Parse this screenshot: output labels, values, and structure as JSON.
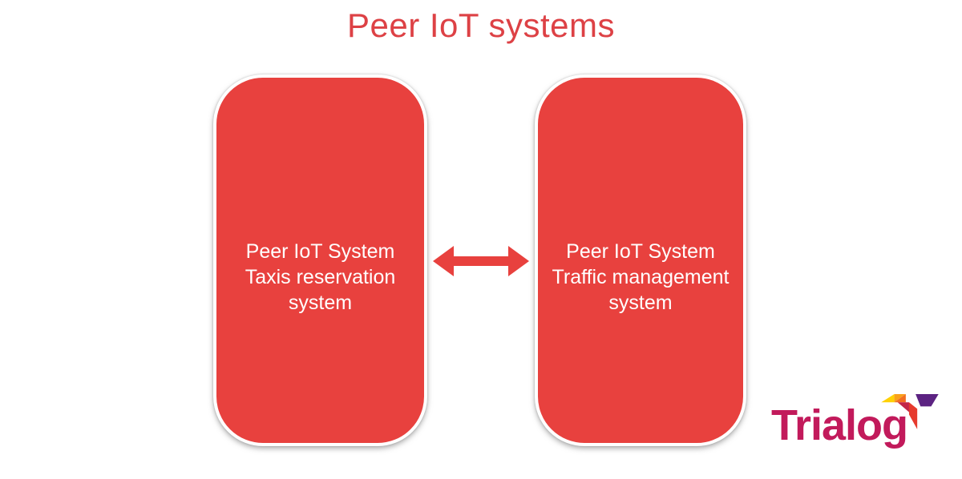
{
  "title": "Peer IoT systems",
  "diagram": {
    "nodes": [
      {
        "lines": [
          "Peer IoT System",
          "Taxis reservation",
          "system"
        ]
      },
      {
        "lines": [
          "Peer IoT System",
          "Traffic management",
          "system"
        ]
      }
    ],
    "connector": "bidirectional-arrow"
  },
  "logo": {
    "text": "Trialog"
  },
  "colors": {
    "node_fill": "#e8413e",
    "node_text": "#ffffff",
    "title_text": "#dd4145",
    "arrow": "#e8413e",
    "logo_text": "#c21a5b",
    "logo_yellow": "#ffd105",
    "logo_orange_light": "#f9a11b",
    "logo_orange_dark": "#f36f21",
    "logo_crimson": "#c32747",
    "logo_red": "#e63a2e",
    "logo_purple": "#5c2382"
  }
}
